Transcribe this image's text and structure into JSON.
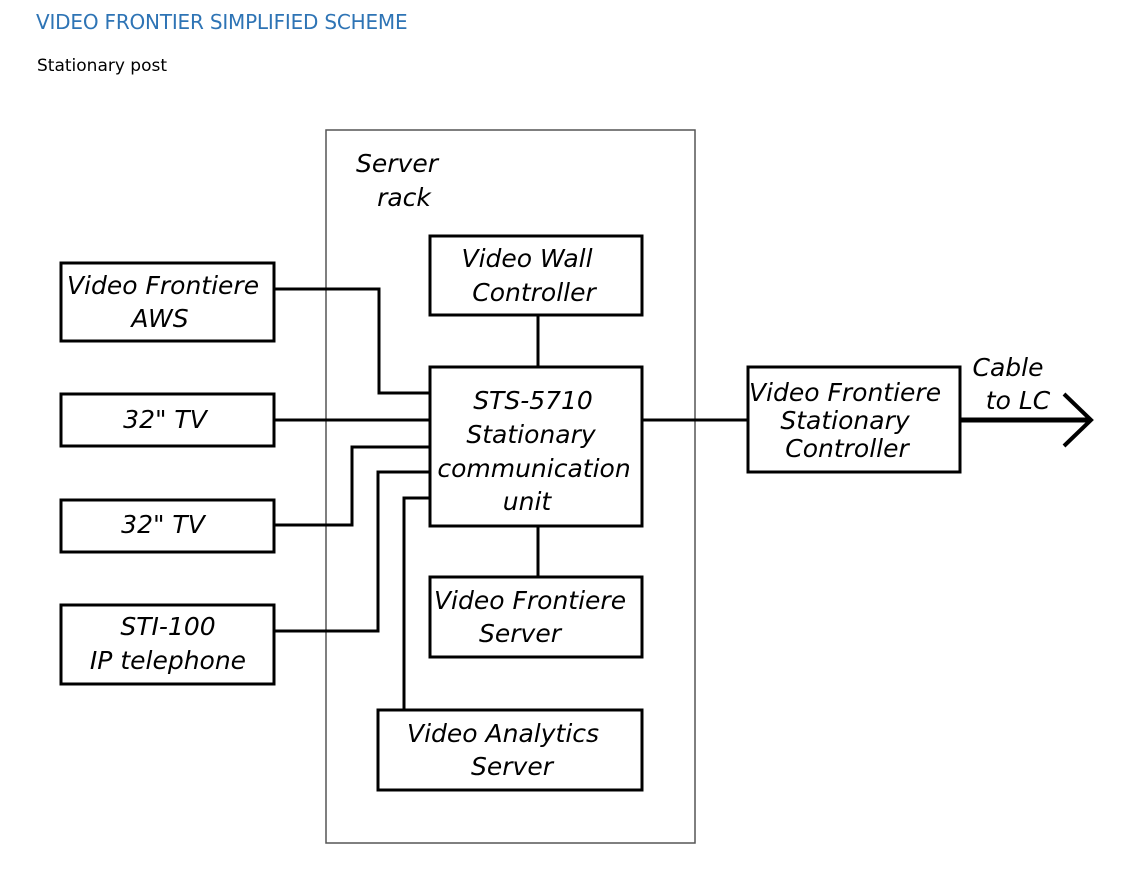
{
  "header": {
    "title": "VIDEO FRONTIER SIMPLIFIED SCHEME",
    "subtitle": "Stationary post"
  },
  "diagram": {
    "rack_label": [
      "Server",
      "rack"
    ],
    "nodes": {
      "aws": [
        "Video Frontiere",
        "AWS"
      ],
      "tv1": [
        "32\" TV"
      ],
      "tv2": [
        "32\" TV"
      ],
      "phone": [
        "STI-100",
        "IP telephone"
      ],
      "wall": [
        "Video Wall",
        "Controller"
      ],
      "sts": [
        "STS-5710",
        "Stationary",
        "communication",
        "unit"
      ],
      "server": [
        "Video Frontiere",
        "Server"
      ],
      "analytics": [
        "Video Analytics",
        "Server"
      ],
      "controller": [
        "Video Frontiere",
        "Stationary",
        "Controller"
      ]
    },
    "cable_label": [
      "Cable",
      "to LC"
    ]
  }
}
